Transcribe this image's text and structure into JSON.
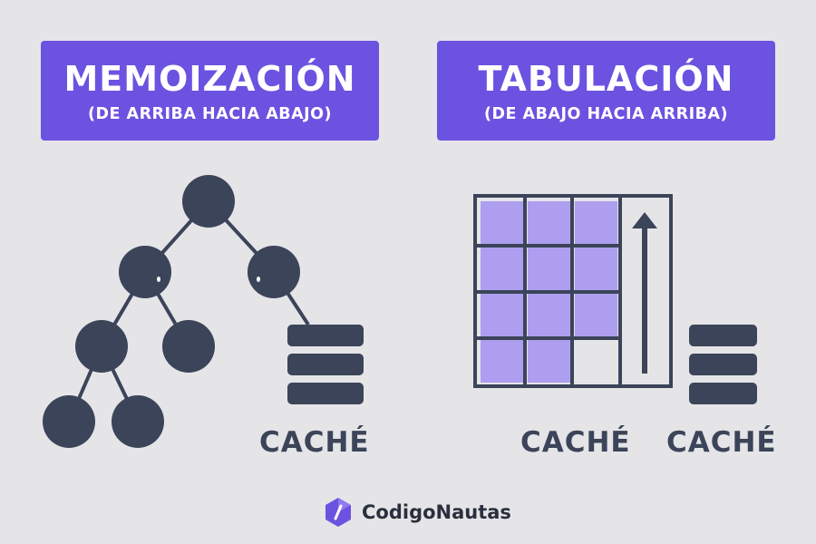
{
  "left_panel": {
    "title": "MEMOIZACIÓN",
    "subtitle": "(DE ARRIBA HACIA ABAJO)",
    "cache_label": "CACHÉ"
  },
  "right_panel": {
    "title": "TABULACIÓN",
    "subtitle": "(DE ABAJO HACIA ARRIBA)",
    "cache_label_grid": "CACHÉ",
    "cache_label_stack": "CACHÉ"
  },
  "brand": {
    "name": "CodigoNautas",
    "logo_icon": "code-slash-icon"
  },
  "colors": {
    "background": "#e5e5e8",
    "accent": "#6c52e0",
    "grid_fill": "#ad9ef0",
    "node": "#3c4459"
  }
}
